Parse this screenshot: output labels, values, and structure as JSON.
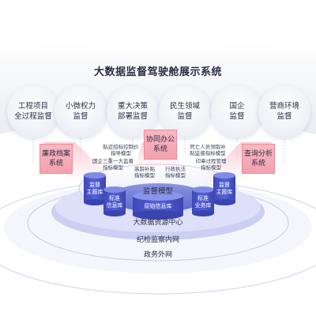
{
  "title": "大数据监督驾驶舱展示系统",
  "top_circles": [
    {
      "label": "工程项目\n全过程监督"
    },
    {
      "label": "小微权力\n监督"
    },
    {
      "label": "重大决策\n部署监督"
    },
    {
      "label": "民生领域\n监督"
    },
    {
      "label": "国企\n监督"
    },
    {
      "label": "营商环境\n监督"
    }
  ],
  "side_boxes": {
    "left": "廉政档案\n系统",
    "center": "协同办公\n系统",
    "right": "查询分析\n系统"
  },
  "models": {
    "m1": "贴近招标控制价\n指导模型",
    "m2": "死亡人员领取补\n贴监督指标模型",
    "m3": "国企三重一大监督\n指标模型",
    "m4": "印章过程管理\n指标模型",
    "m5": "高龄补贴\n指标模型",
    "m6": "行政执法\n指标模型"
  },
  "supervision_model": "监督模型",
  "cylinders": {
    "c1": "监督\n主题库",
    "c2": "标准\n信息库",
    "c3": "原始信息库",
    "c4": "标准\n业务库",
    "c5": "监督\n主题库"
  },
  "rings": {
    "resource_center": "大数据资源中心",
    "inspection_network": "纪检监察内网",
    "gov_network": "政务外网"
  }
}
